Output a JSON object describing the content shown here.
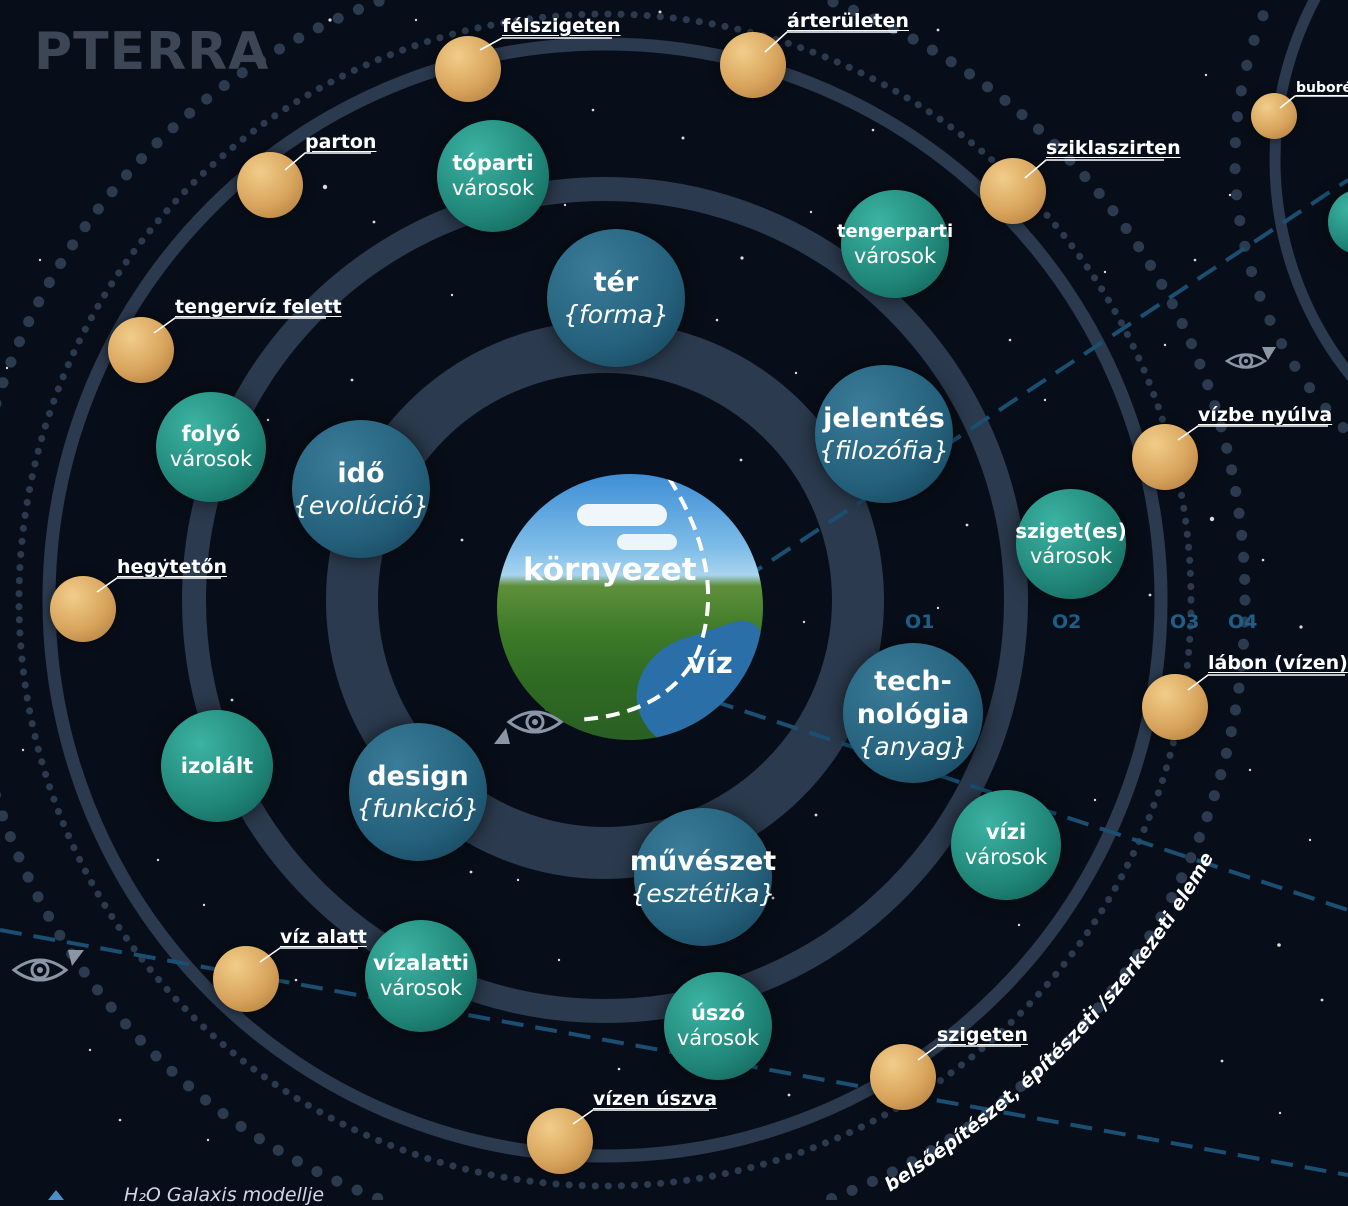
{
  "logo": "PTERRA",
  "caption": "H₂O Galaxis modellje",
  "center": {
    "label": "környezet",
    "water": "víz"
  },
  "core_planets": [
    {
      "name": "tér",
      "sub": "{forma}"
    },
    {
      "name": "jelentés",
      "sub": "{filozófia}"
    },
    {
      "name": "tech-",
      "name2": "nológia",
      "sub": "{anyag}"
    },
    {
      "name": "művészet",
      "sub": "{esztétika}"
    },
    {
      "name": "design",
      "sub": "{funkció}"
    },
    {
      "name": "idő",
      "sub": "{evolúció}"
    }
  ],
  "city_planets": [
    {
      "name": "tóparti",
      "sub": "városok"
    },
    {
      "name": "tengerparti",
      "sub": "városok"
    },
    {
      "name": "sziget(es)",
      "sub": "városok"
    },
    {
      "name": "vízi",
      "sub": "városok"
    },
    {
      "name": "úszó",
      "sub": "városok"
    },
    {
      "name": "vízalatti",
      "sub": "városok"
    },
    {
      "name": "izolált",
      "sub": ""
    },
    {
      "name": "folyó",
      "sub": "városok"
    }
  ],
  "moons": [
    "félszigeten",
    "árterületen",
    "sziklaszirten",
    "vízbe nyúlva",
    "lábon (vízen)",
    "szigeten",
    "vízen úszva",
    "víz alatt",
    "hegytetőn",
    "tengervíz felett",
    "parton",
    "buboré"
  ],
  "orbit_labels": [
    "O1",
    "O2",
    "O3",
    "O4"
  ],
  "arc_text": "belsőépítészet, építészeti /szerkezeti elemek",
  "colors": {
    "background": "#080e19",
    "ring": "#2b3a4e",
    "city": "#1f8577",
    "core": "#24607b",
    "moon": "#d8a45c",
    "dash": "#1a4f72"
  },
  "icons": [
    "eye-icon",
    "triangle-pointer-icon"
  ]
}
